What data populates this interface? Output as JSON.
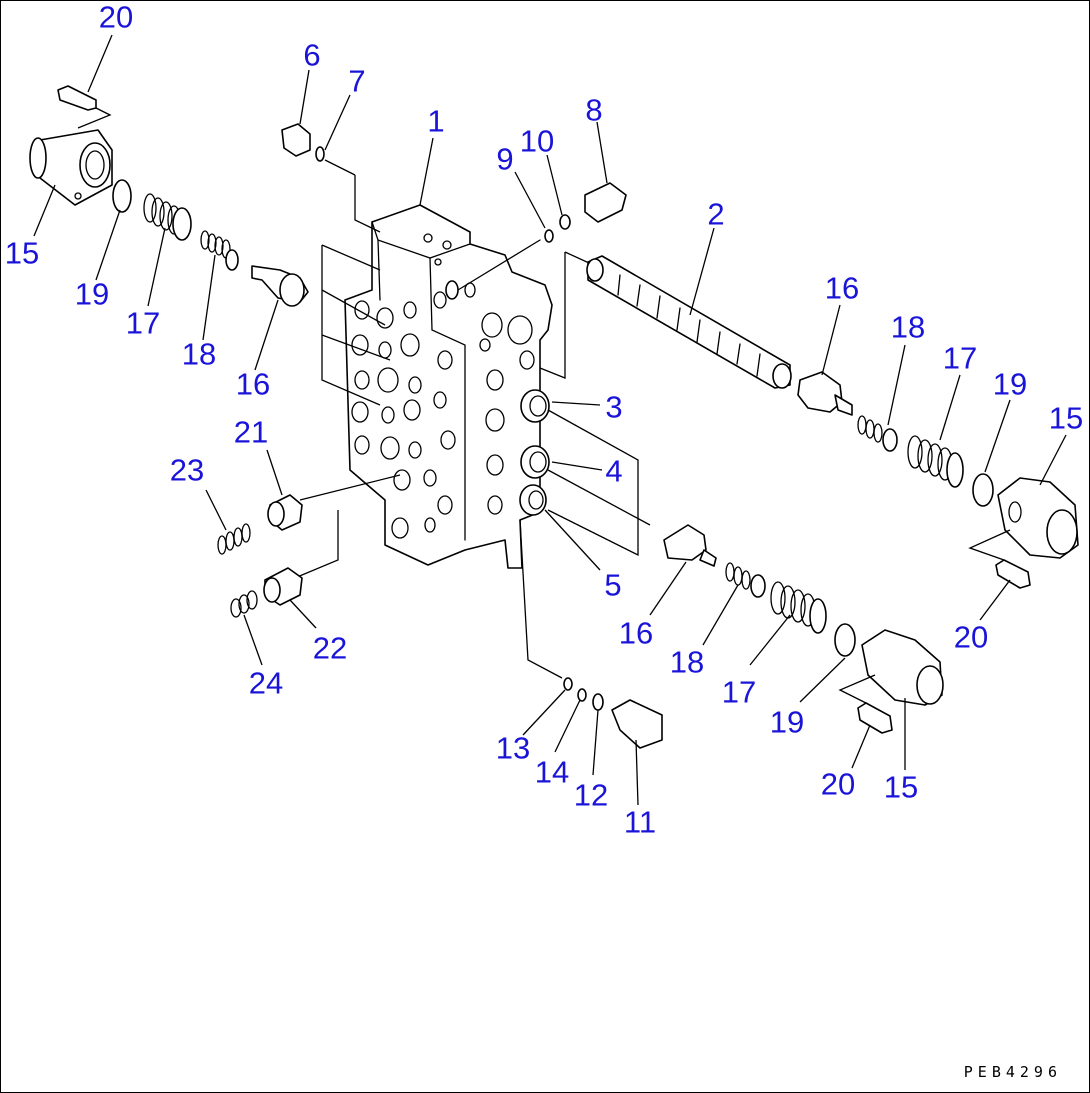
{
  "callouts": [
    {
      "id": "20a",
      "label": "20"
    },
    {
      "id": "6",
      "label": "6"
    },
    {
      "id": "7",
      "label": "7"
    },
    {
      "id": "1",
      "label": "1"
    },
    {
      "id": "8",
      "label": "8"
    },
    {
      "id": "10",
      "label": "10"
    },
    {
      "id": "9",
      "label": "9"
    },
    {
      "id": "2",
      "label": "2"
    },
    {
      "id": "15a",
      "label": "15"
    },
    {
      "id": "19a",
      "label": "19"
    },
    {
      "id": "17a",
      "label": "17"
    },
    {
      "id": "18a",
      "label": "18"
    },
    {
      "id": "16a",
      "label": "16"
    },
    {
      "id": "16b",
      "label": "16"
    },
    {
      "id": "18b",
      "label": "18"
    },
    {
      "id": "17b",
      "label": "17"
    },
    {
      "id": "19b",
      "label": "19"
    },
    {
      "id": "15b",
      "label": "15"
    },
    {
      "id": "3",
      "label": "3"
    },
    {
      "id": "4",
      "label": "4"
    },
    {
      "id": "5",
      "label": "5"
    },
    {
      "id": "21",
      "label": "21"
    },
    {
      "id": "23",
      "label": "23"
    },
    {
      "id": "22",
      "label": "22"
    },
    {
      "id": "24",
      "label": "24"
    },
    {
      "id": "16c",
      "label": "16"
    },
    {
      "id": "18c",
      "label": "18"
    },
    {
      "id": "17c",
      "label": "17"
    },
    {
      "id": "19c",
      "label": "19"
    },
    {
      "id": "20b",
      "label": "20"
    },
    {
      "id": "20c",
      "label": "20"
    },
    {
      "id": "15c",
      "label": "15"
    },
    {
      "id": "13",
      "label": "13"
    },
    {
      "id": "14",
      "label": "14"
    },
    {
      "id": "12",
      "label": "12"
    },
    {
      "id": "11",
      "label": "11"
    }
  ],
  "drawing_code": "PEB4296",
  "colors": {
    "callout": "#1a14d8",
    "line": "#000000",
    "background": "#ffffff"
  }
}
